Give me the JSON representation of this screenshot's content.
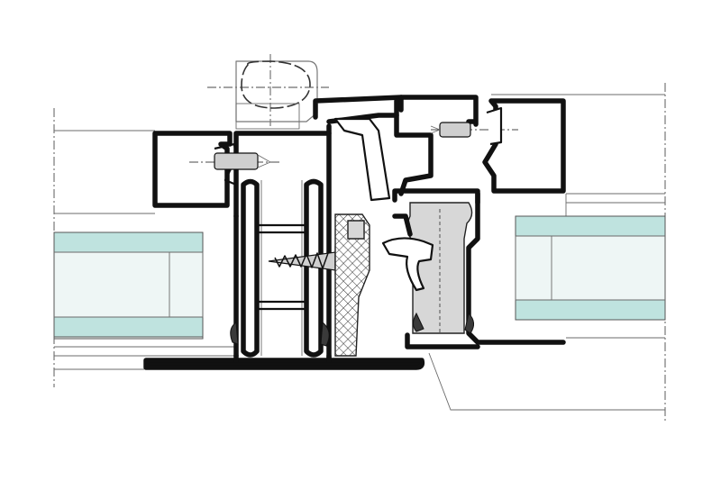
{
  "diagram": {
    "colors": {
      "profile": "#111111",
      "glass_tint": "#bfe3df",
      "glass_panel": "#eef6f5",
      "insulator": "#d7d7d7",
      "background": "#ffffff"
    },
    "parts": [
      "left-glazing-unit",
      "right-glazing-unit",
      "outer-frame-profile",
      "sash-profile",
      "thermal-break-insulator",
      "hatched-gasket",
      "fixing-screw",
      "handle-section",
      "bottom-cover-strip"
    ]
  }
}
